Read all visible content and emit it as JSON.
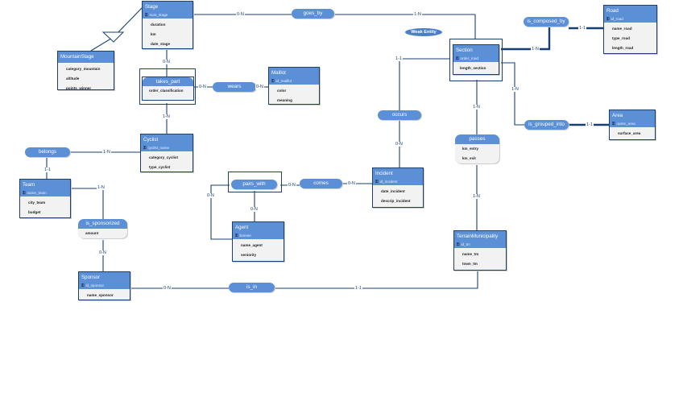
{
  "entities": {
    "stage": {
      "title": "Stage",
      "pk": "num_stage",
      "attrs": [
        "duration",
        "km",
        "date_stage"
      ]
    },
    "mountain_stage": {
      "title": "MountainStage",
      "attrs": [
        "category_mountain",
        "altitude",
        "points_winner"
      ]
    },
    "maillot": {
      "title": "Maillot",
      "pk": "id_maillot",
      "attrs": [
        "color",
        "meaning"
      ]
    },
    "cyclist": {
      "title": "Cyclist",
      "pk": "cyclist_name",
      "attrs": [
        "category_cyclist",
        "type_cyclist"
      ]
    },
    "team": {
      "title": "Team",
      "pk": "name_team",
      "attrs": [
        "city_team",
        "budget"
      ]
    },
    "agent": {
      "title": "Agent",
      "pk": "license",
      "attrs": [
        "name_agent",
        "seniority"
      ]
    },
    "incident": {
      "title": "Incident",
      "pk": "id_incident",
      "attrs": [
        "date_incident",
        "descrip_incident"
      ]
    },
    "sponsor": {
      "title": "Sponsor",
      "pk": "id_sponsor",
      "attrs": [
        "name_sponsor"
      ]
    },
    "section": {
      "title": "Section",
      "pk": "order_road",
      "attrs": [
        "length_section"
      ]
    },
    "road": {
      "title": "Road",
      "pk": "id_road",
      "attrs": [
        "name_road",
        "type_road",
        "length_road"
      ]
    },
    "area": {
      "title": "Area",
      "pk": "name_area",
      "attrs": [
        "surface_area"
      ]
    },
    "terrain": {
      "title": "TerrainMunicipality",
      "pk": "id_tm",
      "attrs": [
        "name_tm",
        "town_tm"
      ]
    }
  },
  "relationships": {
    "goes_by": {
      "name": "goes_by"
    },
    "takes_part": {
      "name": "takes_part",
      "attr": "order_classification"
    },
    "wears": {
      "name": "wears"
    },
    "belongs": {
      "name": "belongs"
    },
    "is_sponsorized": {
      "name": "is_sponsorized",
      "attr": "amount"
    },
    "pairs_with": {
      "name": "pairs_with"
    },
    "comes": {
      "name": "comes"
    },
    "occurs": {
      "name": "occurs"
    },
    "passes": {
      "name": "passes",
      "attrs": [
        "km_entry",
        "km_exit"
      ]
    },
    "is_composed_by": {
      "name": "is_composed_by"
    },
    "is_grouped_into": {
      "name": "is_grouped_into"
    },
    "is_in": {
      "name": "is_in"
    }
  },
  "badges": {
    "weak_entity": "Weak Entity"
  },
  "cardinalities": {
    "stage_goes_by": "0-N",
    "section_goes_by": "1-N",
    "stage_takes_part": "0-N",
    "cyclist_takes_part": "1-N",
    "takes_part_wears": "0-N",
    "maillot_wears": "0-N",
    "cyclist_belongs": "1-N",
    "team_belongs": "1-1",
    "team_is_sponsorized": "1-N",
    "sponsor_is_sponsorized": "0-N",
    "section_occurs": "1-1",
    "incident_occurs": "0-N",
    "section_passes": "1-N",
    "terrain_passes": "1-N",
    "road_composed": "1-1",
    "section_composed": "1-N",
    "section_grouped": "1-N",
    "area_grouped": "1-1",
    "pairs_self": "0-N",
    "agent_pairs": "0-N",
    "pairs_comes": "0-N",
    "incident_comes": "0-N",
    "sponsor_is_in": "0-N",
    "terrain_is_in": "1-1"
  },
  "colors": {
    "entity_header": "#5b8fd6",
    "line": "#173f73",
    "body": "#f2f2f2"
  }
}
